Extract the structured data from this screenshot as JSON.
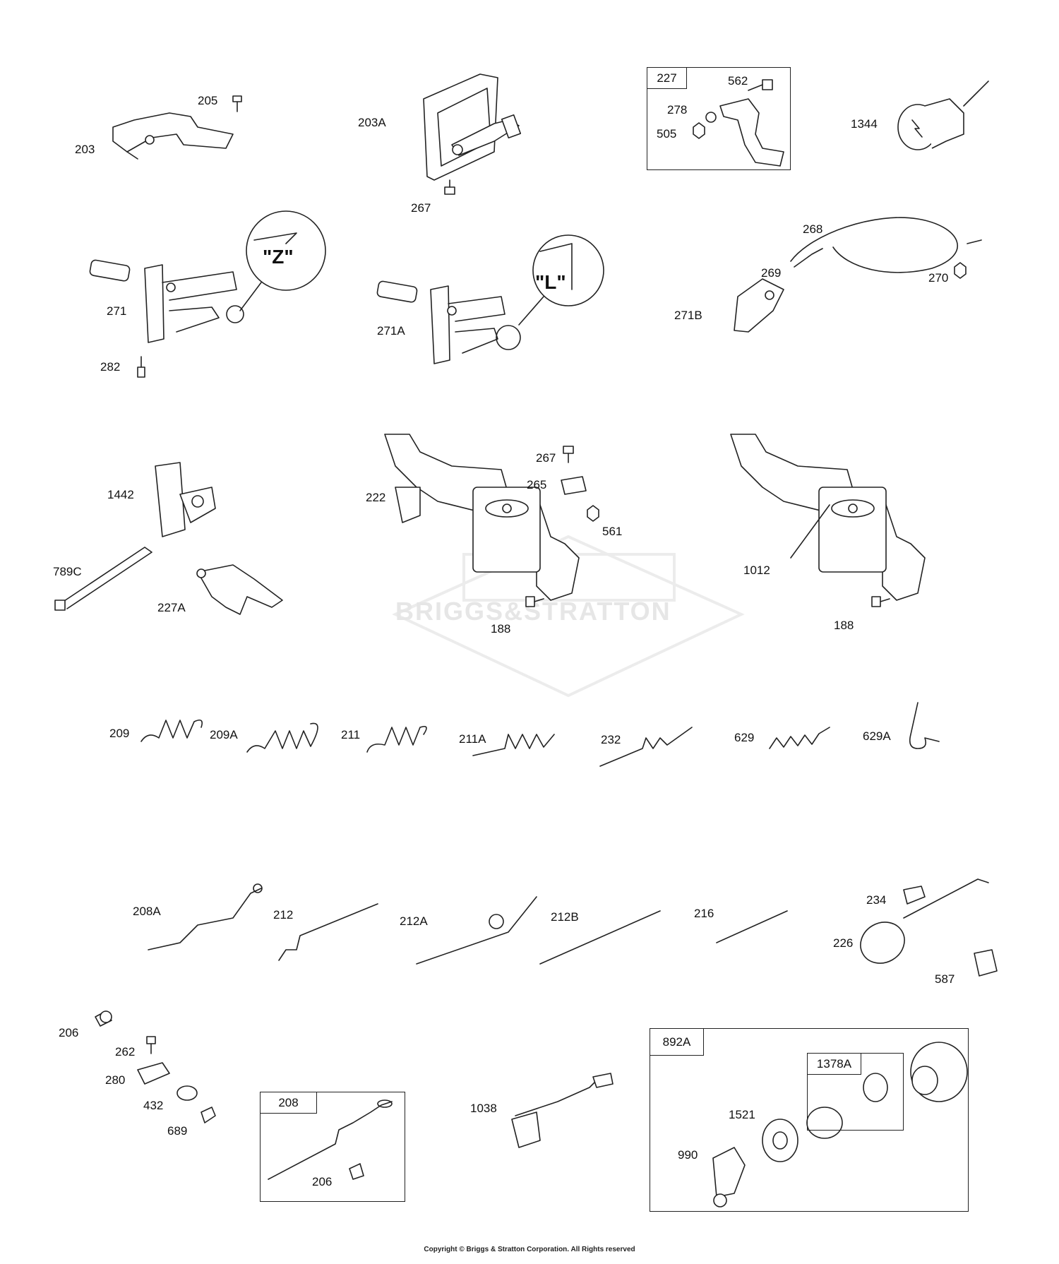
{
  "watermark": "BRIGGS&STRATTON",
  "copyright": "Copyright © Briggs & Stratton Corporation. All Rights reserved",
  "circle_labels": {
    "z": "\"Z\"",
    "l": "\"L\""
  },
  "boxes": {
    "b227": "227",
    "b208": "208",
    "b892A": "892A",
    "b1378A": "1378A"
  },
  "labels": {
    "l205": "205",
    "l203": "203",
    "l203A": "203A",
    "l267a": "267",
    "l278": "278",
    "l505": "505",
    "l562": "562",
    "l1344": "1344",
    "l271": "271",
    "l282": "282",
    "l271A": "271A",
    "l268": "268",
    "l269": "269",
    "l270": "270",
    "l271B": "271B",
    "l1442": "1442",
    "l789C": "789C",
    "l227A": "227A",
    "l222": "222",
    "l267b": "267",
    "l265": "265",
    "l561": "561",
    "l188a": "188",
    "l1012": "1012",
    "l188b": "188",
    "l209": "209",
    "l209A": "209A",
    "l211": "211",
    "l211A": "211A",
    "l232": "232",
    "l629": "629",
    "l629A": "629A",
    "l208A": "208A",
    "l212": "212",
    "l212A": "212A",
    "l212B": "212B",
    "l216": "216",
    "l234": "234",
    "l226": "226",
    "l587": "587",
    "l206a": "206",
    "l262": "262",
    "l280": "280",
    "l432": "432",
    "l689": "689",
    "l206b": "206",
    "l1038": "1038",
    "l1521": "1521",
    "l990": "990"
  }
}
